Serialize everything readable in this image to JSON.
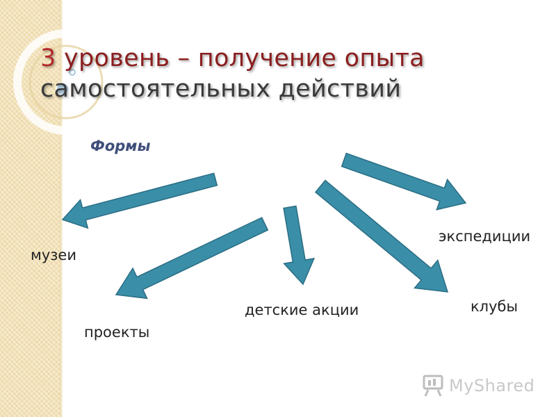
{
  "slide": {
    "title_number": "3",
    "title_line1_rest": " уровень – получение опыта",
    "title_line2": "самостоятельных действий",
    "subheading": "Формы",
    "arrow_color": "#3a8ea8",
    "arrow_edge_color": "#2a6d83"
  },
  "labels": {
    "museums": "музеи",
    "projects": "проекты",
    "children_actions": "детские акции",
    "clubs": "клубы",
    "expeditions": "экспедиции"
  },
  "brand": {
    "text": "MyShared",
    "icon": "presentation-board-icon"
  }
}
